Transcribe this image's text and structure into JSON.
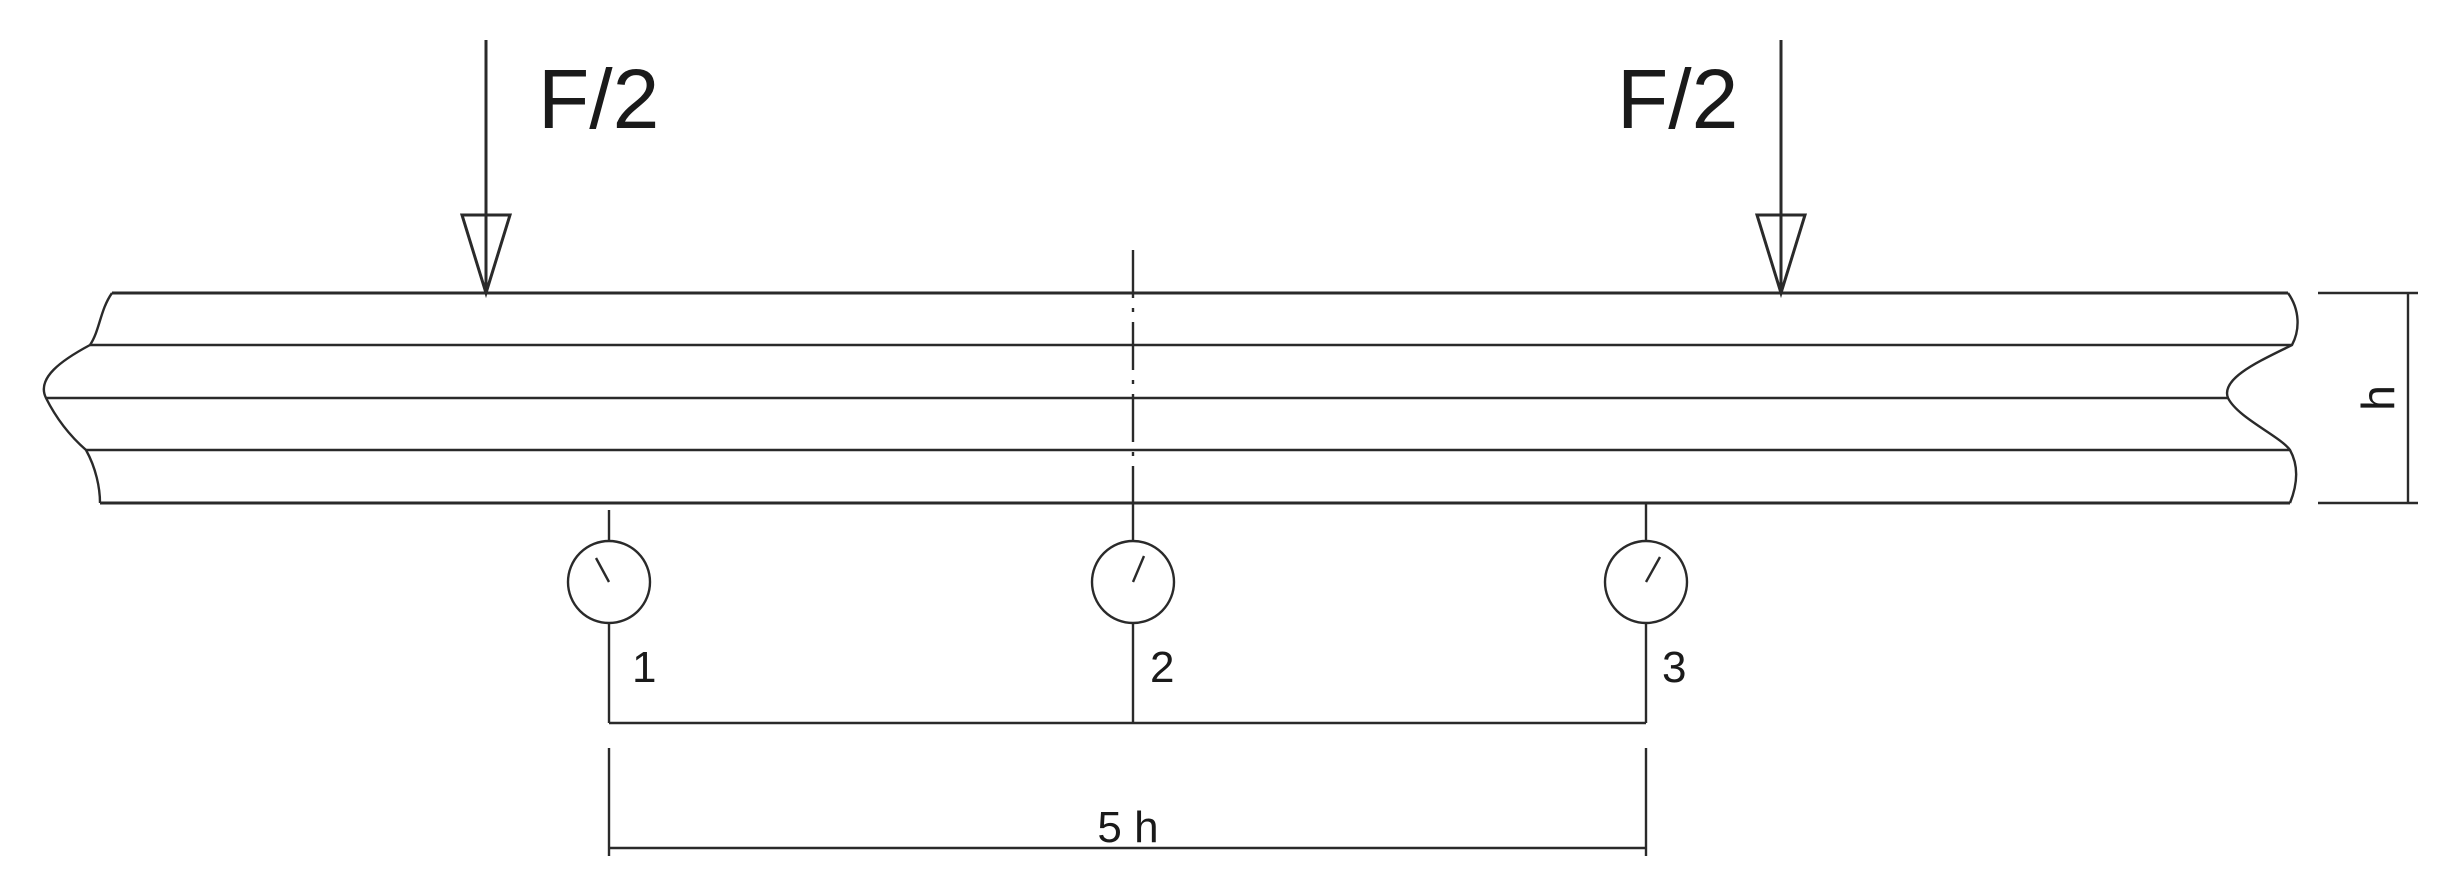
{
  "loads": {
    "left_label": "F/2",
    "right_label": "F/2"
  },
  "dimensions": {
    "height_label": "h",
    "span_label": "5 h"
  },
  "gauges": {
    "g1_label": "1",
    "g2_label": "2",
    "g3_label": "3"
  },
  "colors": {
    "line": "#2a2a2a",
    "background": "#ffffff"
  }
}
